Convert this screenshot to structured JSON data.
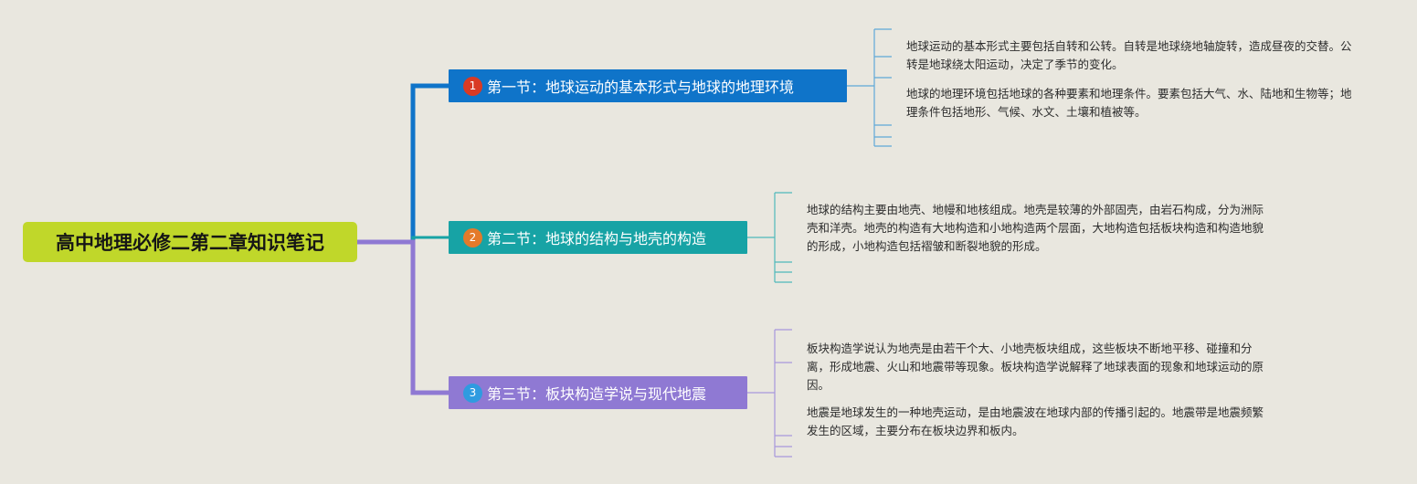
{
  "root": {
    "title": "高中地理必修二第二章知识笔记",
    "color": "#c0d72a"
  },
  "branches": [
    {
      "number": "1",
      "title": "第一节：地球运动的基本形式与地球的地理环境",
      "color": "#0f74c9",
      "number_color": "#d93a24",
      "notes": [
        "地球运动的基本形式主要包括自转和公转。自转是地球绕地轴旋转，造成昼夜的交替。公转是地球绕太阳运动，决定了季节的变化。",
        "地球的地理环境包括地球的各种要素和地理条件。要素包括大气、水、陆地和生物等；地理条件包括地形、气候、水文、土壤和植被等。"
      ]
    },
    {
      "number": "2",
      "title": "第二节：地球的结构与地壳的构造",
      "color": "#17a3a5",
      "number_color": "#e47a2a",
      "notes": [
        "地球的结构主要由地壳、地幔和地核组成。地壳是较薄的外部固壳，由岩石构成，分为洲际壳和洋壳。地壳的构造有大地构造和小地构造两个层面，大地构造包括板块构造和构造地貌的形成，小地构造包括褶皱和断裂地貌的形成。"
      ]
    },
    {
      "number": "3",
      "title": "第三节：板块构造学说与现代地震",
      "color": "#8f79d3",
      "number_color": "#2f9be0",
      "notes": [
        "板块构造学说认为地壳是由若干个大、小地壳板块组成，这些板块不断地平移、碰撞和分离，形成地震、火山和地震带等现象。板块构造学说解释了地球表面的现象和地球运动的原因。",
        "地震是地球发生的一种地壳运动，是由地震波在地球内部的传播引起的。地震带是地震频繁发生的区域，主要分布在板块边界和板内。"
      ]
    }
  ]
}
